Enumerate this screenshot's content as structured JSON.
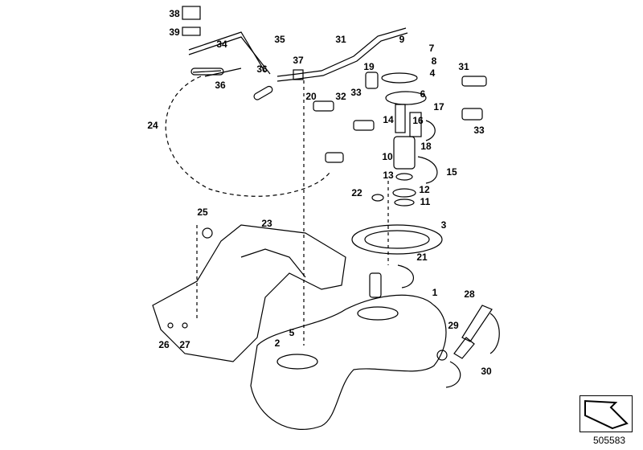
{
  "diagram": {
    "title": "Fuel tank and fuel pump parts diagram",
    "callouts": [
      "38",
      "39",
      "34",
      "35",
      "36",
      "36",
      "31",
      "37",
      "9",
      "7",
      "8",
      "4",
      "19",
      "31",
      "33",
      "20",
      "32",
      "6",
      "17",
      "24",
      "14",
      "16",
      "33",
      "18",
      "10",
      "15",
      "13",
      "12",
      "22",
      "11",
      "25",
      "23",
      "3",
      "21",
      "1",
      "28",
      "29",
      "2",
      "5",
      "26",
      "27",
      "30"
    ],
    "reference_number": "505583",
    "reference_icon": "arrow-view-icon",
    "line_color": "#000000"
  }
}
